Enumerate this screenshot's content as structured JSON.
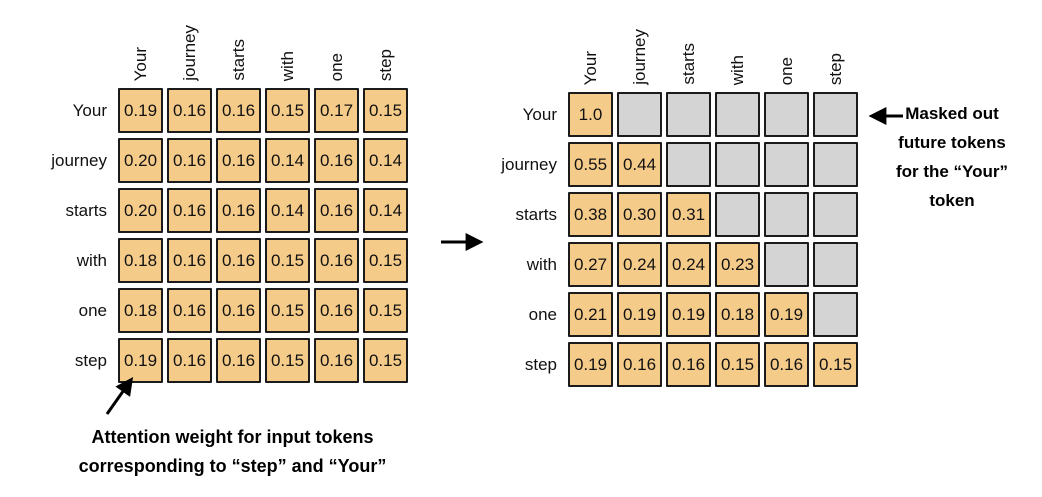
{
  "colors": {
    "cell_fill": "#f5cb8a",
    "masked_fill": "#d4d4d4",
    "border": "#1b1b1b",
    "background": "#ffffff"
  },
  "tokens": [
    "Your",
    "journey",
    "starts",
    "with",
    "one",
    "step"
  ],
  "matrices": {
    "left": {
      "name": "attention-weights-unmasked",
      "col_labels": [
        "Your",
        "journey",
        "starts",
        "with",
        "one",
        "step"
      ],
      "row_labels": [
        "Your",
        "journey",
        "starts",
        "with",
        "one",
        "step"
      ],
      "rows": [
        [
          "0.19",
          "0.16",
          "0.16",
          "0.15",
          "0.17",
          "0.15"
        ],
        [
          "0.20",
          "0.16",
          "0.16",
          "0.14",
          "0.16",
          "0.14"
        ],
        [
          "0.20",
          "0.16",
          "0.16",
          "0.14",
          "0.16",
          "0.14"
        ],
        [
          "0.18",
          "0.16",
          "0.16",
          "0.15",
          "0.16",
          "0.15"
        ],
        [
          "0.18",
          "0.16",
          "0.16",
          "0.15",
          "0.16",
          "0.15"
        ],
        [
          "0.19",
          "0.16",
          "0.16",
          "0.15",
          "0.16",
          "0.15"
        ]
      ]
    },
    "right": {
      "name": "attention-weights-masked",
      "col_labels": [
        "Your",
        "journey",
        "starts",
        "with",
        "one",
        "step"
      ],
      "row_labels": [
        "Your",
        "journey",
        "starts",
        "with",
        "one",
        "step"
      ],
      "rows": [
        [
          "1.0",
          null,
          null,
          null,
          null,
          null
        ],
        [
          "0.55",
          "0.44",
          null,
          null,
          null,
          null
        ],
        [
          "0.38",
          "0.30",
          "0.31",
          null,
          null,
          null
        ],
        [
          "0.27",
          "0.24",
          "0.24",
          "0.23",
          null,
          null
        ],
        [
          "0.21",
          "0.19",
          "0.19",
          "0.18",
          "0.19",
          null
        ],
        [
          "0.19",
          "0.16",
          "0.16",
          "0.15",
          "0.16",
          "0.15"
        ]
      ]
    }
  },
  "annotations": {
    "step_your": {
      "lines": [
        "Attention weight for input tokens",
        "corresponding to “step” and “Your”"
      ]
    },
    "masked": {
      "lines": [
        "Masked out",
        "future tokens",
        "for the “Your”",
        "token"
      ]
    }
  }
}
